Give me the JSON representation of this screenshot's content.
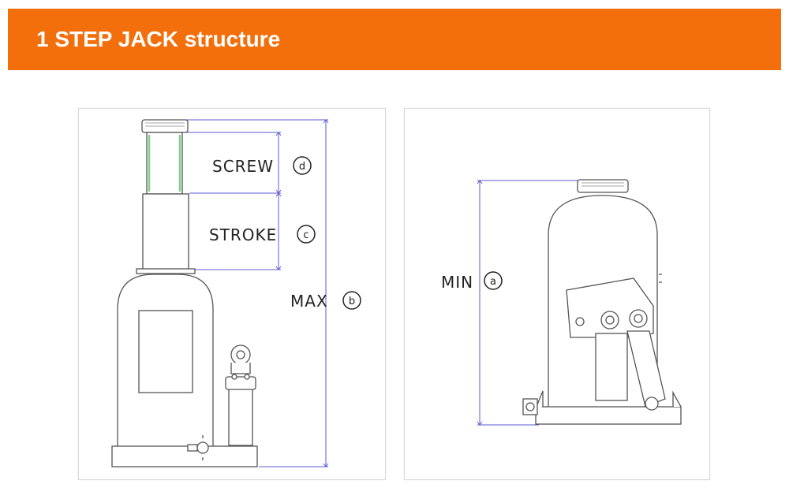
{
  "header": {
    "title": "1 STEP JACK structure"
  },
  "diagram_max": {
    "screw_label": "SCREW",
    "screw_mark": "d",
    "stroke_label": "STROKE",
    "stroke_mark": "c",
    "max_label": "MAX",
    "max_mark": "b"
  },
  "diagram_min": {
    "min_label": "MIN",
    "min_mark": "a"
  },
  "colors": {
    "banner": "#f26f0b",
    "dimension_line": "#5b5bd6",
    "screw_highlight": "#7fd08a"
  }
}
